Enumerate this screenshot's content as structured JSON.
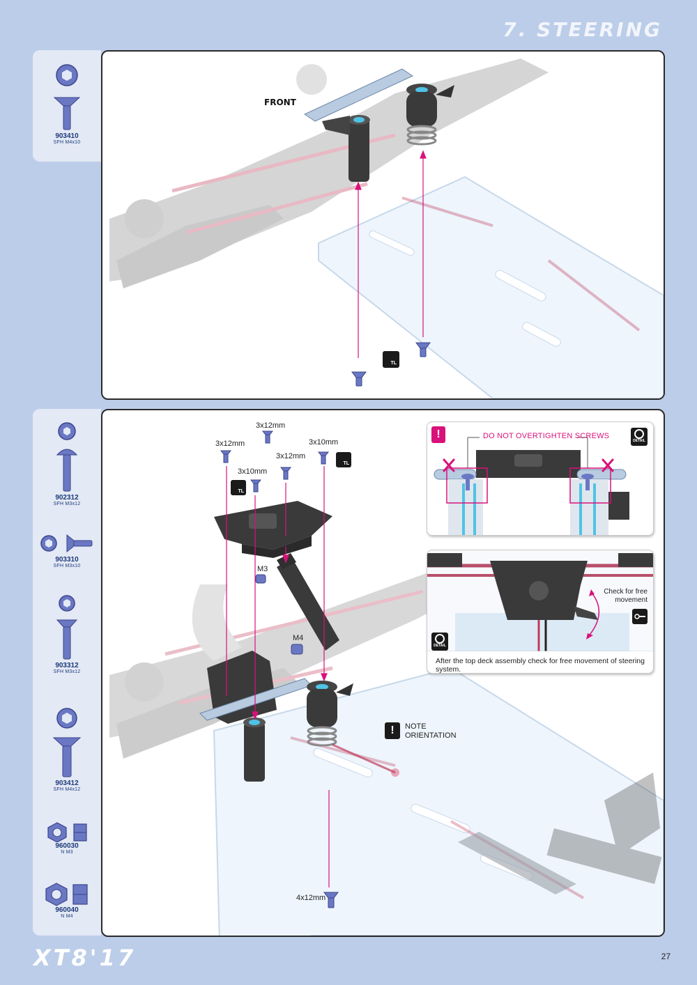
{
  "header": {
    "section_title": "7. STEERING"
  },
  "step1": {
    "parts": [
      {
        "code": "903410",
        "desc": "SFH M4x10"
      }
    ],
    "front_label": "FRONT",
    "tl_label": "TL"
  },
  "step2": {
    "parts": [
      {
        "code": "902312",
        "desc": "SFH M3x12"
      },
      {
        "code": "903310",
        "desc": "SFH M3x10"
      },
      {
        "code": "903312",
        "desc": "SFH M3x12"
      },
      {
        "code": "903412",
        "desc": "SFH M4x12"
      },
      {
        "code": "960030",
        "desc": "N M3"
      },
      {
        "code": "960040",
        "desc": "N M4"
      }
    ],
    "screw_labels": {
      "a": "3x12mm",
      "b": "3x12mm",
      "c": "3x10mm",
      "d": "3x12mm",
      "e": "3x10mm",
      "m3": "M3",
      "m4": "M4",
      "bottom": "4x12mm"
    },
    "tl_label": "TL",
    "note_line1": "NOTE",
    "note_line2": "ORIENTATION",
    "detail1": {
      "warning": "DO NOT OVERTIGHTEN SCREWS",
      "badge": "DETAIL"
    },
    "detail2": {
      "check_line1": "Check for free",
      "check_line2": "movement",
      "badge": "DETAIL",
      "caption": "After the top deck assembly check for free movement of steering system."
    }
  },
  "footer": {
    "brand": "XT8'17",
    "page_number": "27"
  },
  "colors": {
    "accent": "#d9117a",
    "background": "#bccde9",
    "sidebar": "#e3e9f5",
    "screw": "#6a78c4"
  }
}
